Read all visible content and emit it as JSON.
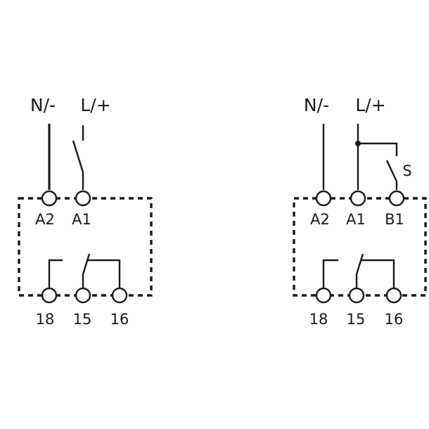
{
  "left_diagram": {
    "supply_neg": "N/-",
    "supply_pos": "L/+",
    "terminals_top": [
      "A2",
      "A1"
    ],
    "terminals_bottom": [
      "18",
      "15",
      "16"
    ]
  },
  "right_diagram": {
    "supply_neg": "N/-",
    "supply_pos": "L/+",
    "switch_label": "S",
    "terminals_top": [
      "A2",
      "A1",
      "B1"
    ],
    "terminals_bottom": [
      "18",
      "15",
      "16"
    ]
  }
}
